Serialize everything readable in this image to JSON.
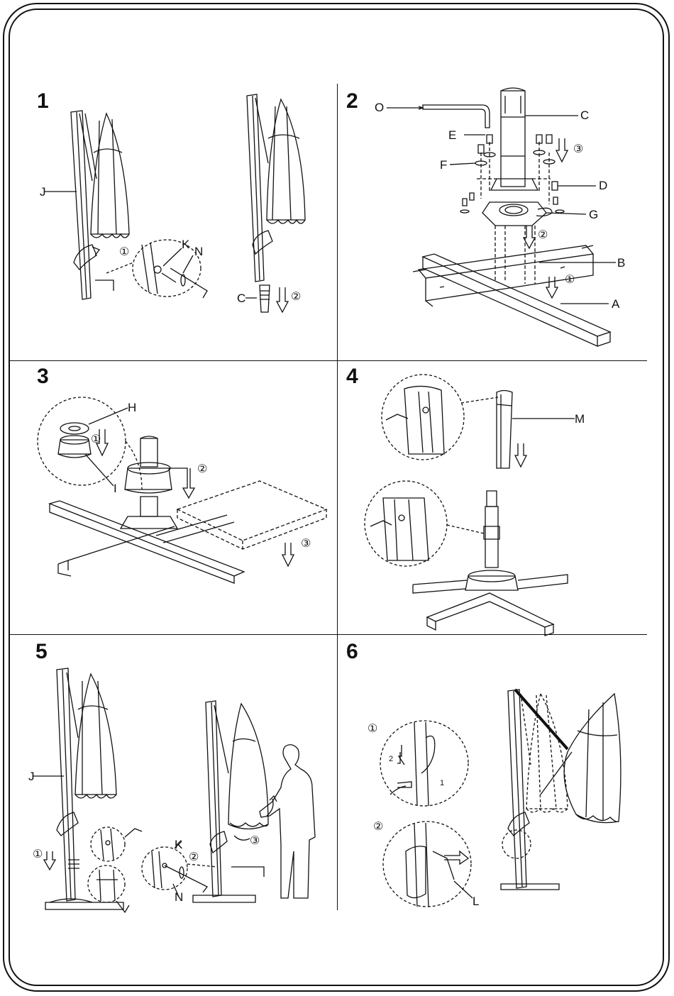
{
  "steps": [
    {
      "number": "1",
      "labels": {
        "J": "J",
        "K": "K",
        "N": "N",
        "C": "C"
      },
      "markers": [
        "①",
        "②"
      ]
    },
    {
      "number": "2",
      "labels": {
        "O": "O",
        "C": "C",
        "E": "E",
        "F": "F",
        "D": "D",
        "G": "G",
        "B": "B",
        "A": "A"
      },
      "markers": [
        "③",
        "②",
        "①"
      ]
    },
    {
      "number": "3",
      "labels": {
        "H": "H",
        "I": "I"
      },
      "markers": [
        "①",
        "②",
        "③"
      ]
    },
    {
      "number": "4",
      "labels": {
        "M": "M"
      },
      "markers": []
    },
    {
      "number": "5",
      "labels": {
        "J": "J",
        "K": "K",
        "N": "N"
      },
      "markers": [
        "①",
        "②",
        "③"
      ]
    },
    {
      "number": "6",
      "labels": {
        "L": "L"
      },
      "markers": [
        "①",
        "②",
        "2",
        "1"
      ]
    }
  ],
  "colors": {
    "ink": "#111111",
    "paper": "#ffffff"
  }
}
